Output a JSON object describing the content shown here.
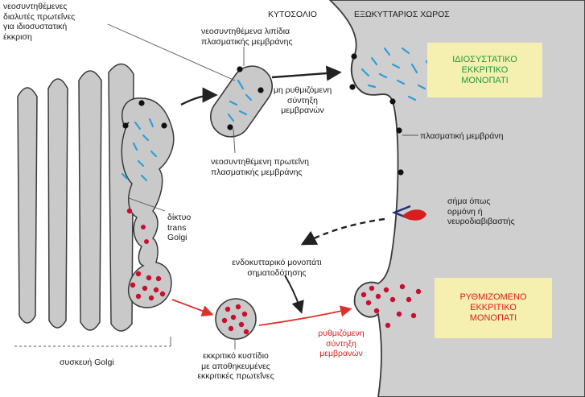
{
  "labels": {
    "cytosol": "ΚΥΤΟΣΟΛΙΟ",
    "extracellular": "ΕΞΩΚΥΤΤΑΡΙΟΣ ΧΩΡΟΣ",
    "soluble_proteins": [
      "νεοσυντηθέμενες",
      "διαλυτές πρωτεΐνες",
      "για ιδιοσυστατική",
      "έκκριση"
    ],
    "lipids": [
      "νεοσυντηθέμενα λιπίδια",
      "πλασματικής μεμβράνης"
    ],
    "unregulated_fusion": [
      "μη ρυθμιζόμενη",
      "σύντηξη",
      "μεμβρανών"
    ],
    "membrane_protein": [
      "νεοσυντηθέμενη πρωτεΐνη",
      "πλασματικής μεμβράνης"
    ],
    "plasma_membrane": "πλασματική μεμβράνη",
    "trans_golgi": [
      "δίκτυο",
      "trans",
      "Golgi"
    ],
    "signal": [
      "σήμα όπως",
      "ορμόνη ή",
      "νευροδιαβιβαστής"
    ],
    "intracellular_signaling": [
      "ενδοκυτταρικό μονοπάτι",
      "σηματοδότησης"
    ],
    "golgi": "συσκευή Golgi",
    "secretory_vesicle": [
      "εκκριτικό κυστίδιο",
      "με αποθηκευμένες",
      "εκκριτικές πρωτεΐνες"
    ],
    "regulated_fusion": [
      "ρυθμιζόμενη",
      "σύντηξη",
      "μεμβρανών"
    ]
  },
  "boxes": {
    "constitutive": [
      "ΙΔΙΟΣΥΣΤΑΤΙΚΟ",
      "ΕΚΚΡΙΤΙΚΟ",
      "ΜΟΝΟΠΑΤΙ"
    ],
    "regulated": [
      "ΡΥΘΜΙΖΟΜΕΝΟ",
      "ΕΚΚΡΙΤΙΚΟ",
      "ΜΟΝΟΠΑΤΙ"
    ]
  },
  "colors": {
    "golgi_fill": "#c9c9c9",
    "membrane_stroke": "#333333",
    "protein_blue": "#2f9fd8",
    "secretory_red": "#c8102e",
    "box_fill": "#f5efb0",
    "box_green_text": "#1f9a3c",
    "box_red_text": "#d81e1e"
  }
}
